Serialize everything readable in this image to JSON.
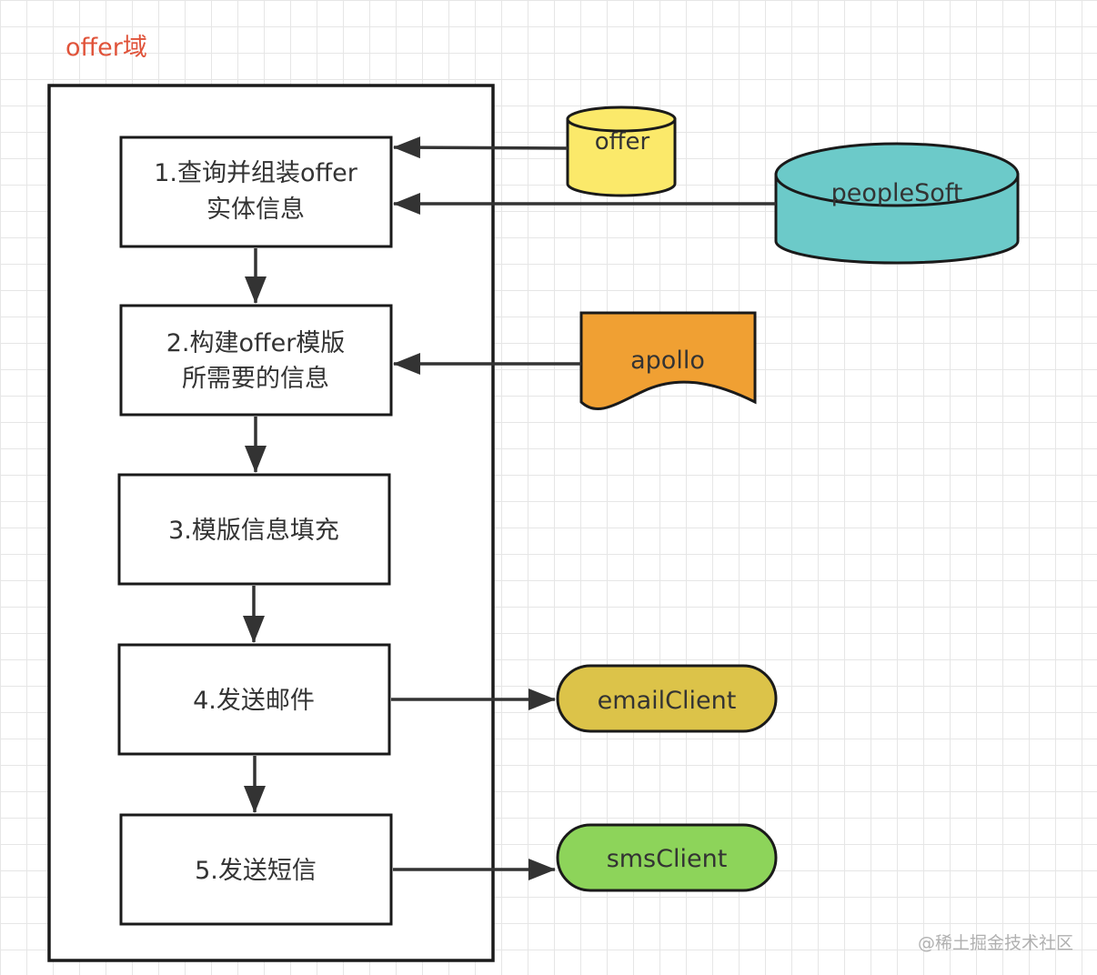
{
  "domain_title": "offer域",
  "steps": [
    {
      "lines": [
        "1.查询并组装offer",
        "实体信息"
      ]
    },
    {
      "lines": [
        "2.构建offer模版",
        "所需要的信息"
      ]
    },
    {
      "lines": [
        "3.模版信息填充"
      ]
    },
    {
      "lines": [
        "4.发送邮件"
      ]
    },
    {
      "lines": [
        "5.发送短信"
      ]
    }
  ],
  "sources": {
    "offer_db": {
      "label": "offer",
      "color": "#fbe96a"
    },
    "peoplesoft_db": {
      "label": "peopleSoft",
      "color": "#6ccac9"
    },
    "apollo_doc": {
      "label": "apollo",
      "color": "#f0a033"
    }
  },
  "targets": {
    "email_client": {
      "label": "emailClient",
      "color": "#dcc349"
    },
    "sms_client": {
      "label": "smsClient",
      "color": "#8dd45a"
    }
  },
  "watermark": "@稀土掘金技术社区"
}
